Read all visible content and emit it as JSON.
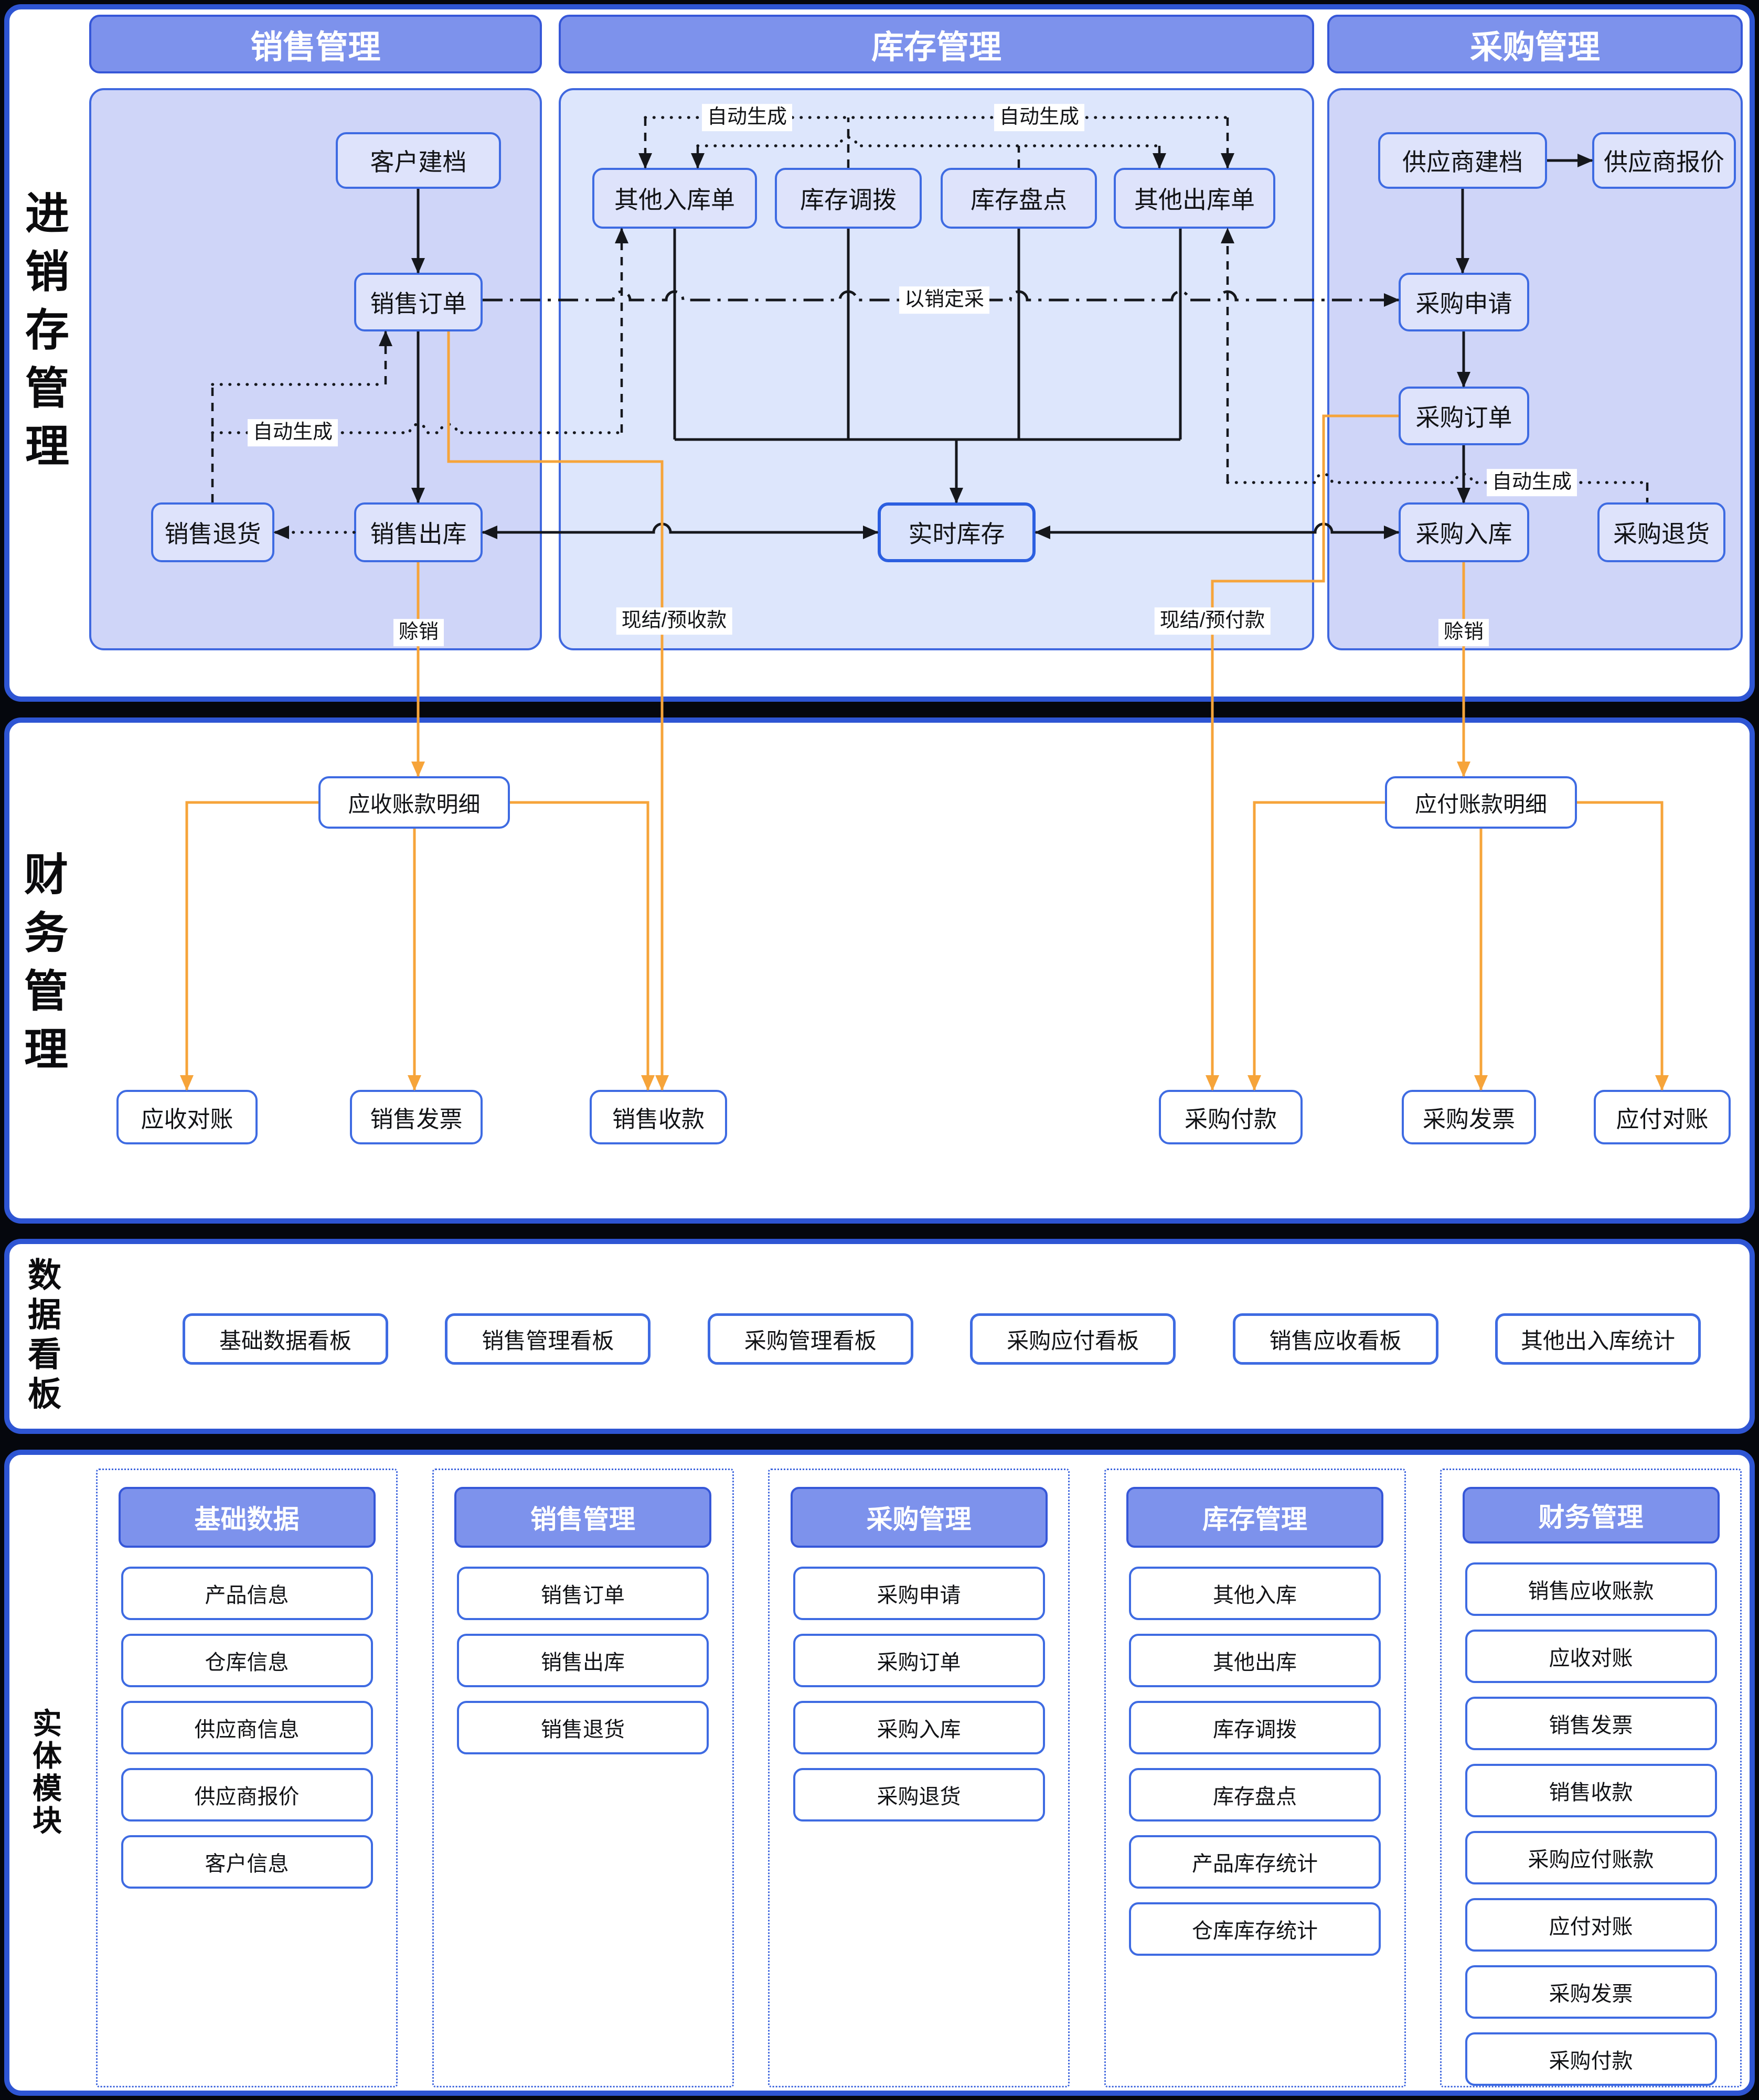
{
  "colors": {
    "container_border": "#2e55d3",
    "header_fill": "#7d92ec",
    "panel_fill": "#cfd5f8",
    "panel_fill_light": "#dde6fc",
    "node_border": "#3e6be2",
    "orange_line": "#f6a43a",
    "black_line": "#15171c"
  },
  "sections": {
    "flow": {
      "title": "进销存管理"
    },
    "finance": {
      "title": "财务管理"
    },
    "dashboard": {
      "title": "数据看板"
    },
    "entities": {
      "title": "实体模块"
    }
  },
  "flow": {
    "panels": {
      "sales": {
        "title": "销售管理"
      },
      "inventory": {
        "title": "库存管理"
      },
      "purchase": {
        "title": "采购管理"
      }
    },
    "nodes": {
      "customer_file": "客户建档",
      "sales_order": "销售订单",
      "sales_return": "销售退货",
      "sales_outbound": "销售出库",
      "other_inbound": "其他入库单",
      "stock_transfer": "库存调拨",
      "stock_count": "库存盘点",
      "other_outbound": "其他出库单",
      "realtime_stock": "实时库存",
      "supplier_file": "供应商建档",
      "supplier_quote": "供应商报价",
      "purchase_request": "采购申请",
      "purchase_order": "采购订单",
      "purchase_inbound": "采购入库",
      "purchase_return": "采购退货"
    },
    "edge_labels": {
      "auto_generate": "自动生成",
      "sell_driven_purchase": "以销定采",
      "credit": "赊销",
      "cash_or_advance_receipt": "现结/预收款",
      "cash_or_advance_payment": "现结/预付款"
    }
  },
  "finance": {
    "nodes": {
      "ar_detail": "应收账款明细",
      "ap_detail": "应付账款明细",
      "ar_reconcile": "应收对账",
      "sales_invoice": "销售发票",
      "sales_receipt": "销售收款",
      "purchase_payment": "采购付款",
      "purchase_invoice": "采购发票",
      "ap_reconcile": "应付对账"
    }
  },
  "dashboard": {
    "items": [
      "基础数据看板",
      "销售管理看板",
      "采购管理看板",
      "采购应付看板",
      "销售应收看板",
      "其他出入库统计"
    ]
  },
  "entities": {
    "columns": [
      {
        "title": "基础数据",
        "items": [
          "产品信息",
          "仓库信息",
          "供应商信息",
          "供应商报价",
          "客户信息"
        ]
      },
      {
        "title": "销售管理",
        "items": [
          "销售订单",
          "销售出库",
          "销售退货"
        ]
      },
      {
        "title": "采购管理",
        "items": [
          "采购申请",
          "采购订单",
          "采购入库",
          "采购退货"
        ]
      },
      {
        "title": "库存管理",
        "items": [
          "其他入库",
          "其他出库",
          "库存调拨",
          "库存盘点",
          "产品库存统计",
          "仓库库存统计"
        ]
      },
      {
        "title": "财务管理",
        "items": [
          "销售应收账款",
          "应收对账",
          "销售发票",
          "销售收款",
          "采购应付账款",
          "应付对账",
          "采购发票",
          "采购付款"
        ]
      }
    ]
  }
}
